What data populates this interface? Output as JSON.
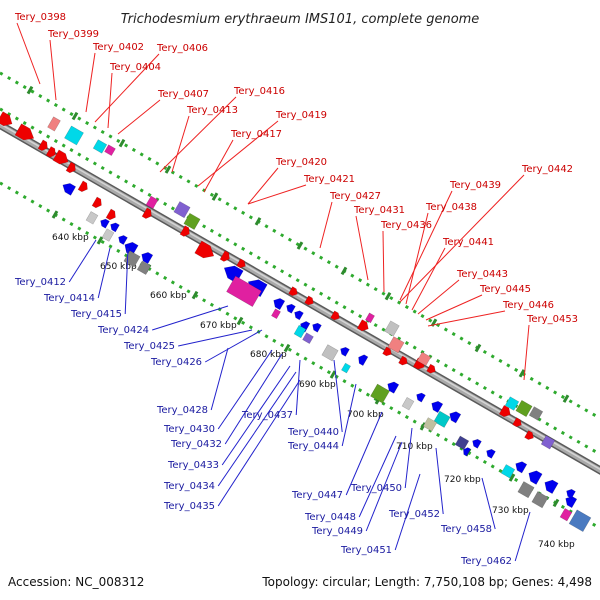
{
  "title": "Trichodesmium erythraeum IMS101, complete genome",
  "footer": {
    "accession": "Accession: NC_008312",
    "topology": "Topology: circular; Length: 7,750,108 bp; Genes: 4,498"
  },
  "colors": {
    "forward_label": "#cc0000",
    "reverse_label": "#1a1aa0",
    "backbone": "#8c8c8c",
    "ruler_tick": "#2e8b2e",
    "ruler_dot": "#2eaa2e"
  },
  "kbp_ticks": [
    "640 kbp",
    "650 kbp",
    "660 kbp",
    "670 kbp",
    "680 kbp",
    "690 kbp",
    "700 kbp",
    "710 kbp",
    "720 kbp",
    "730 kbp",
    "740 kbp"
  ],
  "forward_labels": [
    "Tery_0398",
    "Tery_0399",
    "Tery_0402",
    "Tery_0406",
    "Tery_0404",
    "Tery_0407",
    "Tery_0416",
    "Tery_0413",
    "Tery_0419",
    "Tery_0417",
    "Tery_0420",
    "Tery_0421",
    "Tery_0427",
    "Tery_0439",
    "Tery_0442",
    "Tery_0431",
    "Tery_0438",
    "Tery_0436",
    "Tery_0441",
    "Tery_0443",
    "Tery_0445",
    "Tery_0446",
    "Tery_0453"
  ],
  "reverse_labels": [
    "Tery_0412",
    "Tery_0414",
    "Tery_0415",
    "Tery_0424",
    "Tery_0425",
    "Tery_0426",
    "Tery_0428",
    "Tery_0430",
    "Tery_0437",
    "Tery_0432",
    "Tery_0440",
    "Tery_0433",
    "Tery_0444",
    "Tery_0434",
    "Tery_0435",
    "Tery_0447",
    "Tery_0450",
    "Tery_0448",
    "Tery_0449",
    "Tery_0452",
    "Tery_0458",
    "Tery_0451",
    "Tery_0462"
  ]
}
